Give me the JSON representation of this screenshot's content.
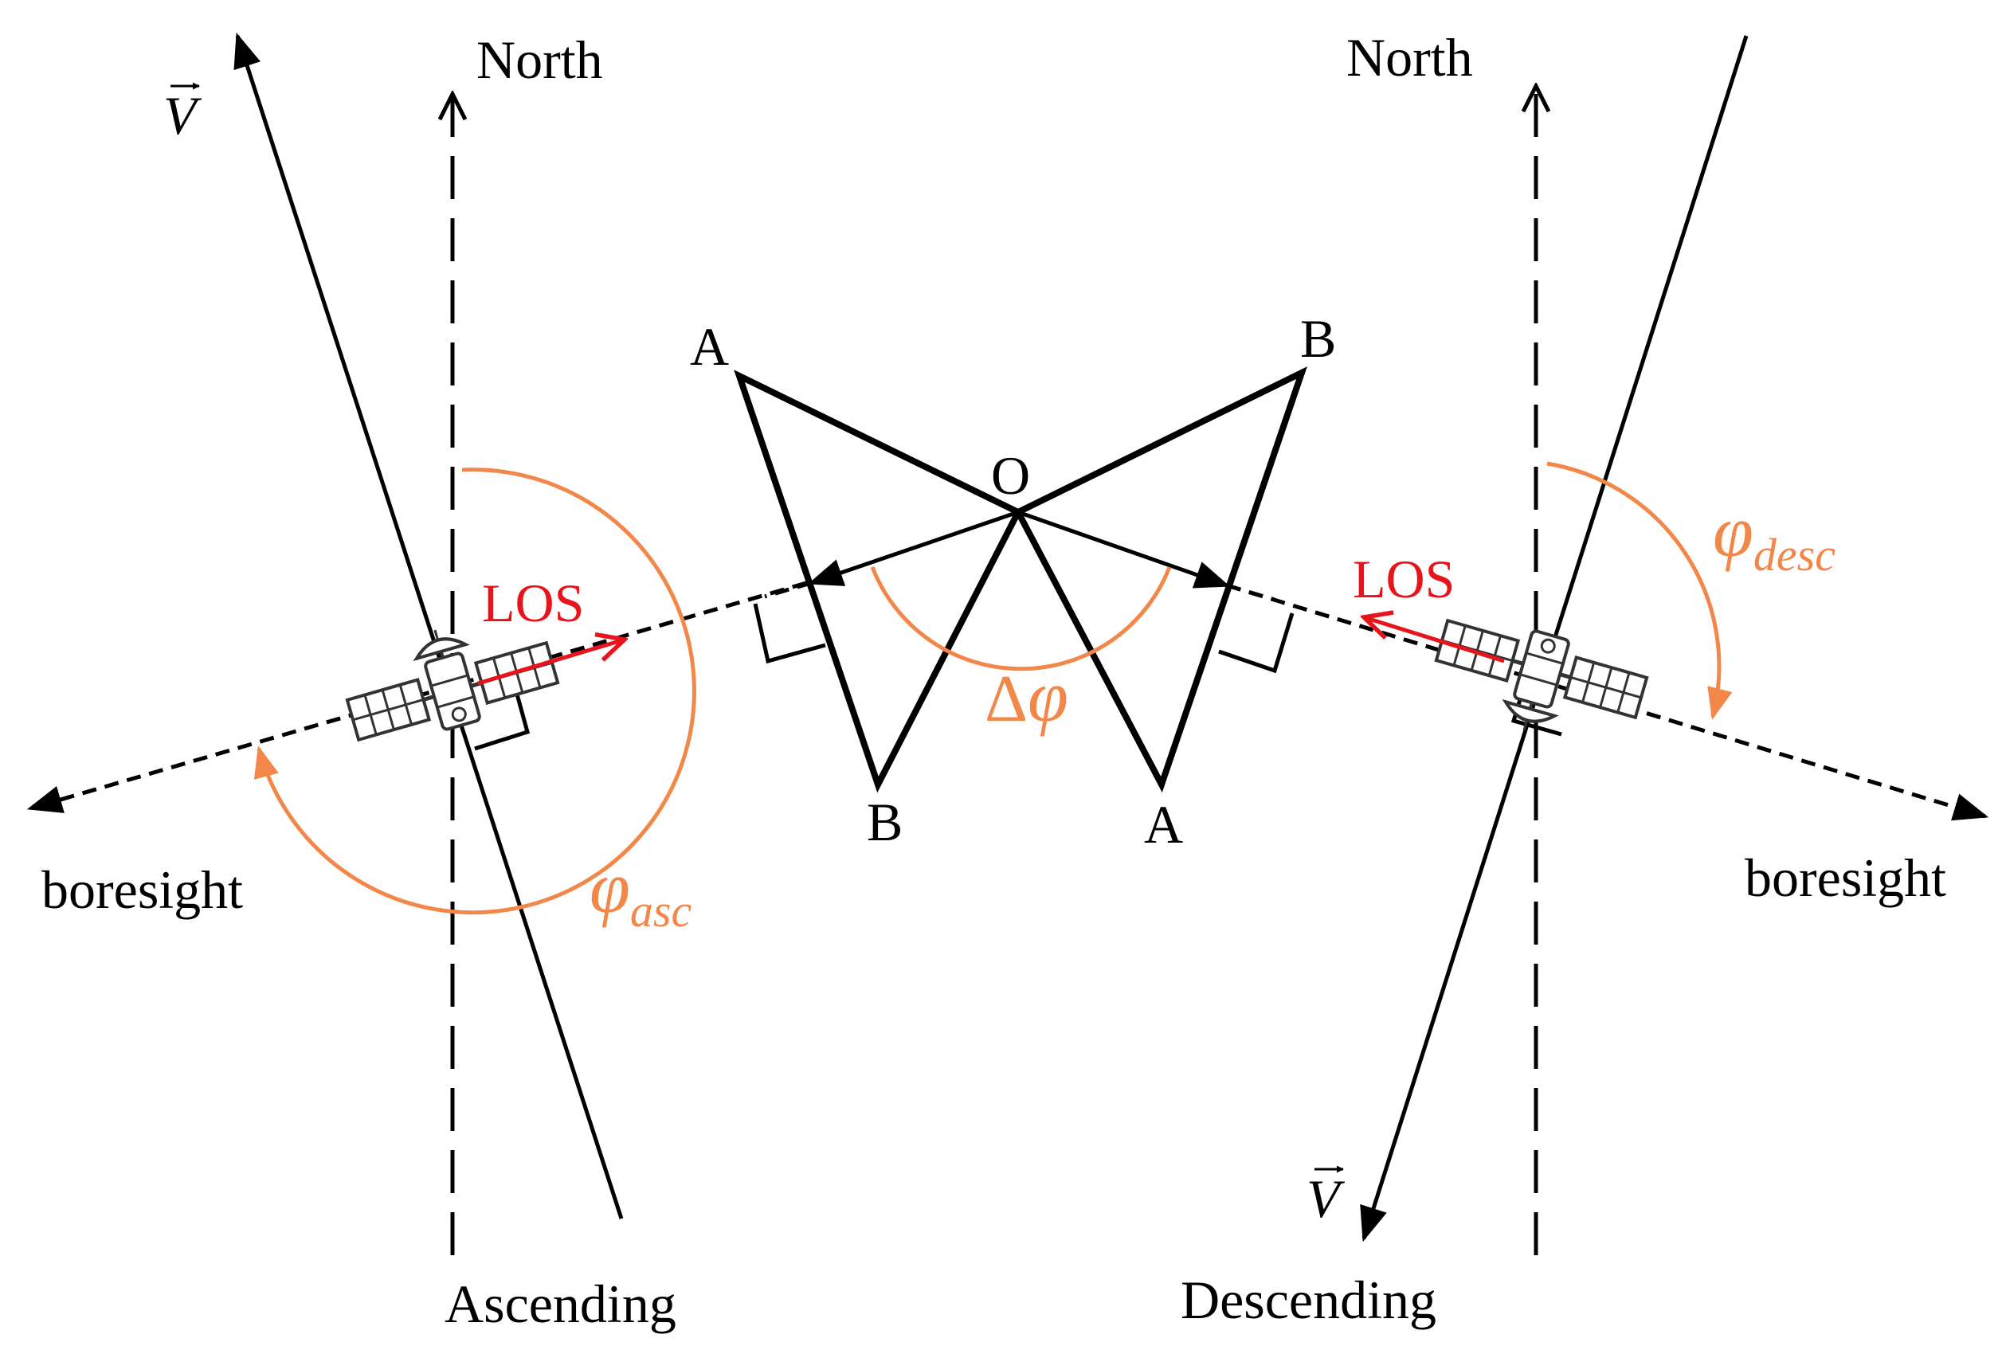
{
  "labels": {
    "north_left": "North",
    "north_right": "North",
    "v_left": "V",
    "v_right": "V",
    "boresight_left": "boresight",
    "boresight_right": "boresight",
    "ascending": "Ascending",
    "descending": "Descending",
    "los_left": "LOS",
    "los_right": "LOS",
    "point_a_top": "A",
    "point_b_top": "B",
    "point_o": "O",
    "point_b_bottom": "B",
    "point_a_bottom": "A",
    "phi": "φ",
    "asc_sub": "asc",
    "desc_sub": "desc",
    "delta": "Δ"
  },
  "colors": {
    "line": "#000000",
    "los": "#e8141c",
    "angle": "#f2874a"
  },
  "icons": [
    "satellite-icon",
    "arrow-icon"
  ]
}
